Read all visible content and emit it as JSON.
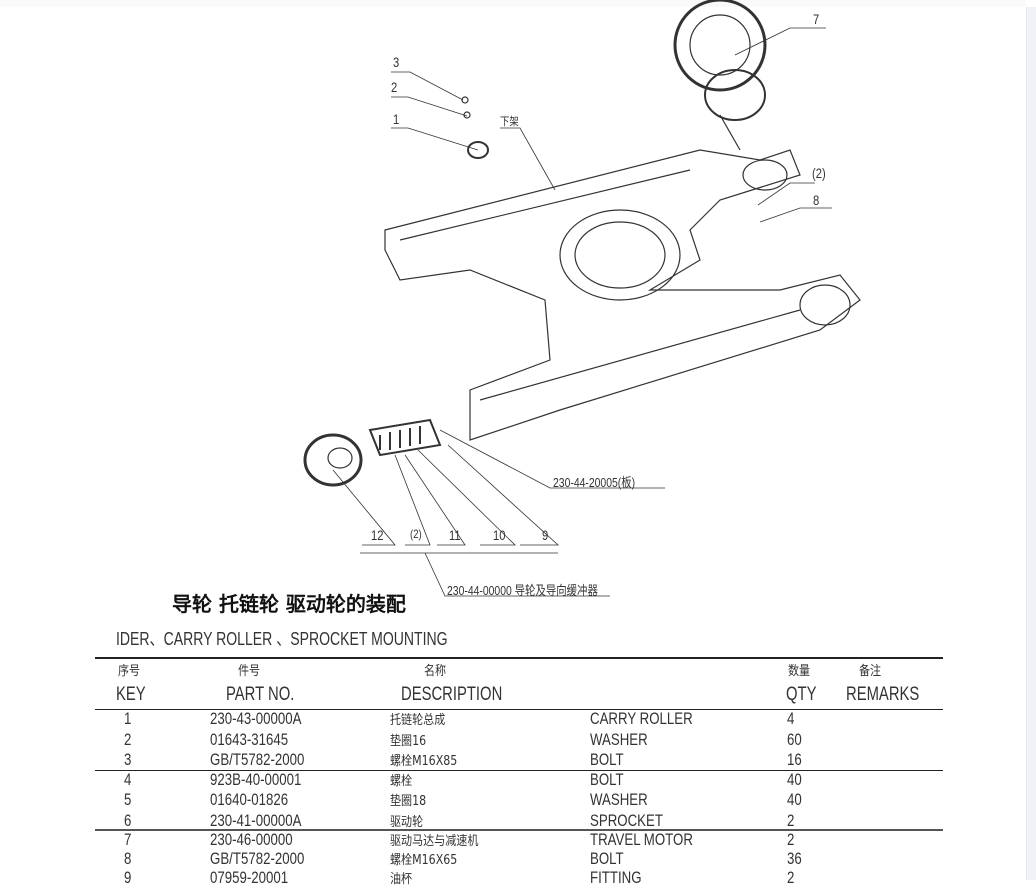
{
  "diagram": {
    "callouts": {
      "c3": "3",
      "c2": "2",
      "c1": "1",
      "frame": "下架",
      "c7": "7",
      "c2b": "(2)",
      "c8": "8",
      "plate": "230-44-20005(板)",
      "c12": "12",
      "c2c": "(2)",
      "c11": "11",
      "c10": "10",
      "c9": "9",
      "assembly": "230-44-00000 导轮及导向缓冲器"
    }
  },
  "title_cn": "导轮 托链轮 驱动轮的装配",
  "title_en": "IDER、CARRY ROLLER 、SPROCKET MOUNTING",
  "table": {
    "headers_cn": {
      "key": "序号",
      "part": "件号",
      "desc": "名称",
      "qty": "数量",
      "remarks": "备注"
    },
    "headers_en": {
      "key": "KEY",
      "part": "PART NO.",
      "desc": "DESCRIPTION",
      "qty": "QTY",
      "remarks": "REMARKS"
    },
    "rows": [
      {
        "key": "1",
        "part": "230-43-00000A",
        "cn": "托链轮总成",
        "en": "CARRY ROLLER",
        "qty": "4"
      },
      {
        "key": "2",
        "part": "01643-31645",
        "cn": "垫圈16",
        "en": "WASHER",
        "qty": "60"
      },
      {
        "key": "3",
        "part": "GB/T5782-2000",
        "cn": "螺栓M16X85",
        "en": "BOLT",
        "qty": "16"
      },
      {
        "key": "4",
        "part": "923B-40-00001",
        "cn": "螺栓",
        "en": "BOLT",
        "qty": "40"
      },
      {
        "key": "5",
        "part": "01640-01826",
        "cn": "垫圈18",
        "en": "WASHER",
        "qty": "40"
      },
      {
        "key": "6",
        "part": "230-41-00000A",
        "cn": "驱动轮",
        "en": "SPROCKET",
        "qty": "2"
      },
      {
        "key": "7",
        "part": "230-46-00000",
        "cn": "驱动马达与减速机",
        "en": "TRAVEL MOTOR",
        "qty": "2"
      },
      {
        "key": "8",
        "part": "GB/T5782-2000",
        "cn": "螺栓M16X65",
        "en": "BOLT",
        "qty": "36"
      },
      {
        "key": "9",
        "part": "07959-20001",
        "cn": "油杯",
        "en": "FITTING",
        "qty": "2"
      }
    ]
  }
}
